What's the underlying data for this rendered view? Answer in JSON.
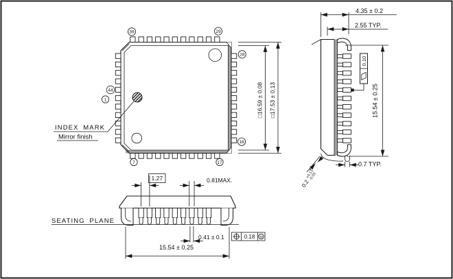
{
  "labels": {
    "index_mark": "INDEX MARK",
    "mirror_finish": "Mirror finish",
    "seating_plane": "SEATING PLANE"
  },
  "pin_badges": {
    "top_left": "39",
    "top_right": "29",
    "right_top": "28",
    "right_bottom": "18",
    "bottom_right": "17",
    "bottom_left": "7",
    "left_upper": "44",
    "left_lower": "1"
  },
  "top_view_dims": {
    "body_inner": "□16.59 ± 0.08",
    "body_outer": "□17.53 ± 0.13"
  },
  "front_view_dims": {
    "lead_pitch": "1.27",
    "lead_width_max": "0.81MAX.",
    "foot_width": "0.41 ± 0.1",
    "lead_span": "15.54 ± 0.25",
    "position_tolerance": "0.18",
    "position_modifier": "M"
  },
  "side_view_dims": {
    "package_height": "4.35 ± 0.2",
    "standoff_typ": "2.55 TYP.",
    "lead_span": "15.54 ± 0.25",
    "foot_width_typ": "0.7 TYP.",
    "flatness_tolerance": "0.10",
    "lead_thickness": "0.2",
    "lead_thickness_plus": "+0.13",
    "lead_thickness_minus": "-0.05"
  },
  "colors": {
    "line": "#1a1a1a",
    "shade": "#a2a2a2",
    "background": "#ffffff"
  }
}
